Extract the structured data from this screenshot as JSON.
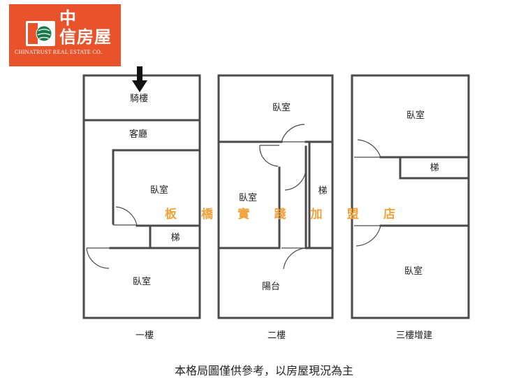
{
  "logo": {
    "line1": "中",
    "line2": "信房屋",
    "english": "CHINATRUST REAL ESTATE CO."
  },
  "floors": [
    {
      "name": "一樓",
      "rooms": [
        "騎樓",
        "客廳",
        "臥室",
        "梯",
        "臥室"
      ]
    },
    {
      "name": "二樓",
      "rooms": [
        "臥室",
        "臥室",
        "梯",
        "陽台"
      ]
    },
    {
      "name": "三樓增建",
      "rooms": [
        "臥室",
        "梯",
        "臥室"
      ]
    }
  ],
  "watermark": [
    "板",
    "橋",
    "實",
    "踐",
    "加",
    "盟",
    "店"
  ],
  "caption": "本格局圖僅供參考，以房屋現況為主",
  "colors": {
    "brand": "#e8532b",
    "wall": "#4a4a4a",
    "watermark": "#f0a33a"
  }
}
